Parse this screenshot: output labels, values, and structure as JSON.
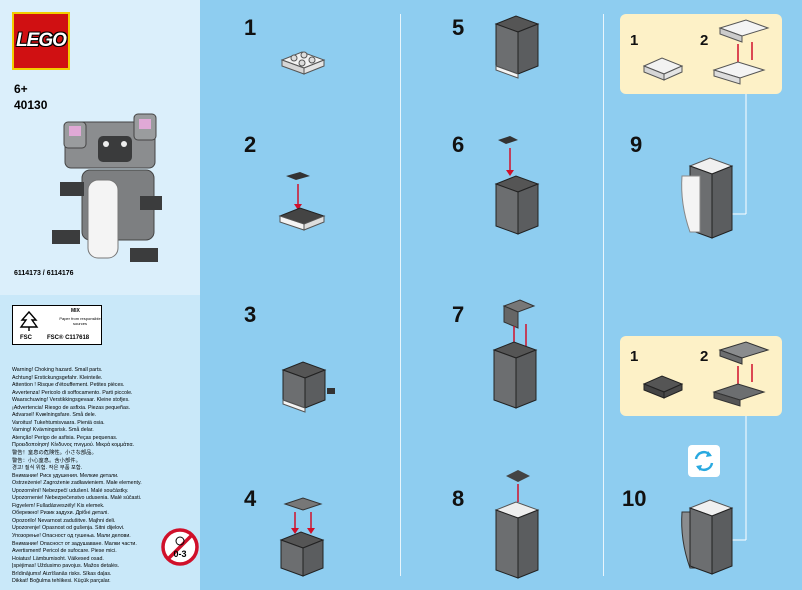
{
  "brand": {
    "logo": "LEGO"
  },
  "product": {
    "age": "6+",
    "set_number": "40130",
    "codes": "6114173 / 6114176"
  },
  "fsc": {
    "label": "MIX",
    "subtitle": "Paper from responsible sources",
    "brand": "FSC",
    "license": "FSC® C117618"
  },
  "warnings": [
    "Warning! Choking hazard. Small parts.",
    "Achtung! Erstickungsgefahr. Kleinteile.",
    "Attention ! Risque d'étouffement. Petites pièces.",
    "Avvertenza! Pericolo di soffocamento. Parti piccole.",
    "Waarschuwing! Verstikkingsgevaar. Kleine stofjes.",
    "¡Advertencia! Riesgo de asfixia. Piezas pequeñas.",
    "Advarsel! Kvælningsfare. Små dele.",
    "Varoitus! Tukehtumisvaara. Pieniä osia.",
    "Varning! Kvävningsrisk. Små delar.",
    "Atenção! Perigo de asfixia. Peças pequenas.",
    "Προειδοποίηση! Κίνδυνος πνιγμού. Μικρά κομμάτια.",
    "警告！窒息の危険性。小さな部品。",
    "警告：小心窒息。含小部件。",
    "경고! 질식 위험. 작은 부품 포함.",
    "Внимание! Риск удушения. Мелкие детали.",
    "Ostrzeżenie! Zagrożenie zadławieniem. Małe elementy.",
    "Upozornění! Nebezpečí udušení. Malé součástky.",
    "Upozornenie! Nebezpečenstvo udusenia. Malé súčasti.",
    "Figyelem! Fulladásveszély! Kis elemek.",
    "Обережно! Ризик задухи. Дрібні деталі.",
    "Opozorilo! Nevarnost zadušitve. Majhni deli.",
    "Upozorenje! Opasnost od gušenja. Sitni dijelovi.",
    "Упозорење! Опасност од гушења. Мали делови.",
    "Внимание! Опасност от задушаване. Малки части.",
    "Avertisment! Pericol de sufocare. Piese mici.",
    "Hoiatus! Lämbumisoht. Väikesed osad.",
    "Įspėjimas! Uždusimo pavojus. Mažos detalės.",
    "Brīdinājums! Aizrīšanās risks. Sīkas daļas.",
    "Dikkat! Boğulma tehlikesi. Küçük parçalar."
  ],
  "age_warning": {
    "label": "0-3"
  },
  "steps": [
    {
      "n": "1"
    },
    {
      "n": "2"
    },
    {
      "n": "3"
    },
    {
      "n": "4"
    },
    {
      "n": "5"
    },
    {
      "n": "6"
    },
    {
      "n": "7"
    },
    {
      "n": "8"
    },
    {
      "n": "9"
    },
    {
      "n": "10"
    }
  ],
  "substeps": {
    "a1": "1",
    "a2": "2",
    "b1": "1",
    "b2": "2"
  },
  "colors": {
    "background": "#8ecdf0",
    "panel": "#dbeffb",
    "callout": "#fdf1c7",
    "brick_dark": "#6c6e70",
    "brick_light": "#a0a2a4",
    "arrow": "#d0102a",
    "logo_red": "#d01012",
    "logo_yellow": "#f2cd00"
  }
}
